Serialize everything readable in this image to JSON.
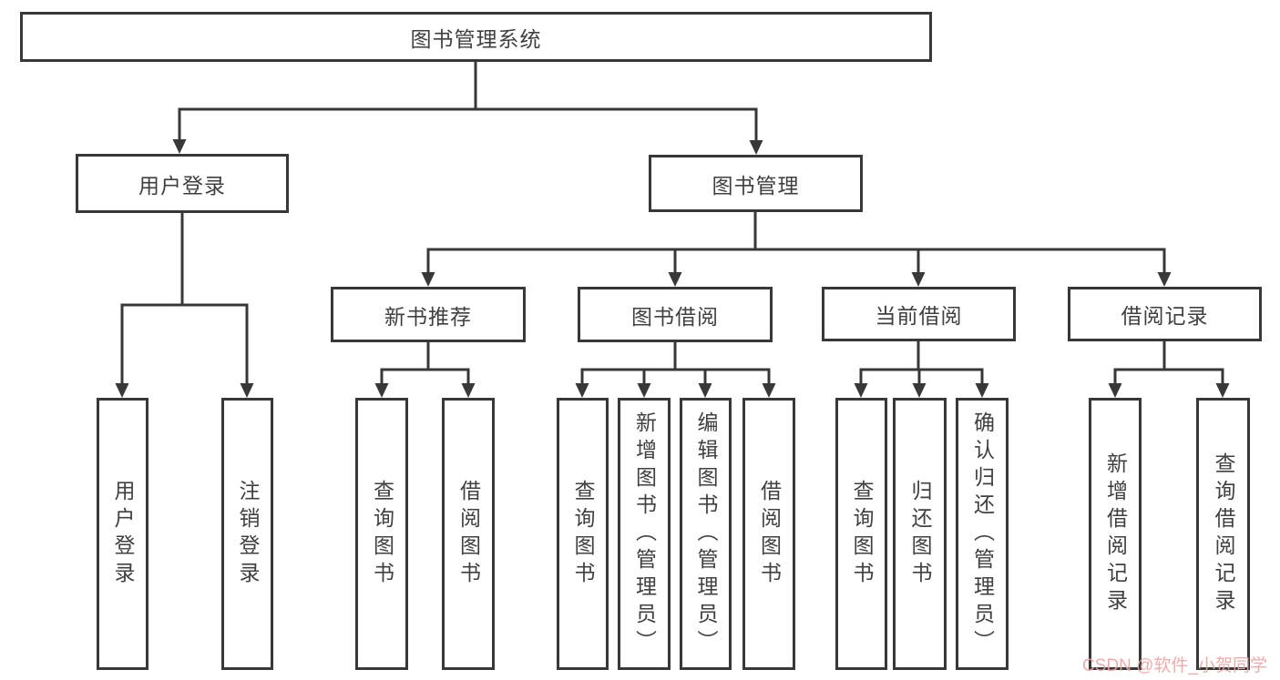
{
  "tree": {
    "root": {
      "label": "图书管理系统"
    },
    "branches": [
      {
        "label": "用户登录",
        "children": [
          {
            "label": "用户登录"
          },
          {
            "label": "注销登录"
          }
        ]
      },
      {
        "label": "图书管理",
        "children": [
          {
            "label": "新书推荐",
            "children": [
              {
                "label": "查询图书"
              },
              {
                "label": "借阅图书"
              }
            ]
          },
          {
            "label": "图书借阅",
            "children": [
              {
                "label": "查询图书"
              },
              {
                "label": "新增图书（管理员）"
              },
              {
                "label": "编辑图书（管理员）"
              },
              {
                "label": "借阅图书"
              }
            ]
          },
          {
            "label": "当前借阅",
            "children": [
              {
                "label": "查询图书"
              },
              {
                "label": "归还图书"
              },
              {
                "label": "确认归还（管理员）"
              }
            ]
          },
          {
            "label": "借阅记录",
            "children": [
              {
                "label": "新增借阅记录"
              },
              {
                "label": "查询借阅记录"
              }
            ]
          }
        ]
      }
    ]
  },
  "watermark": {
    "text": "CSDN @软件_小贺同学",
    "color": "#eba4a4"
  },
  "colors": {
    "line": "#383838",
    "text": "#404040",
    "box_background": "#ffffff",
    "page_background": "#ffffff"
  }
}
